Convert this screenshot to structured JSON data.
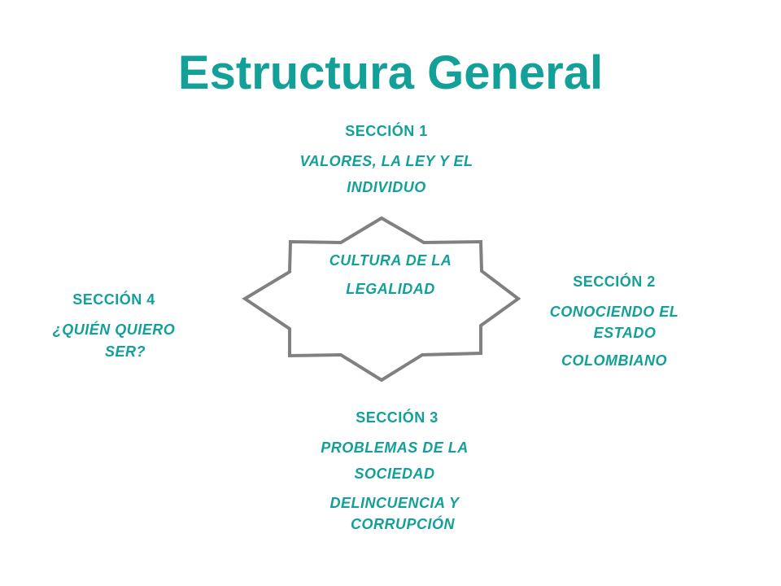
{
  "title": "Estructura General",
  "center": {
    "lines": [
      "CULTURA DE LA",
      "LEGALIDAD"
    ]
  },
  "sections": {
    "s1": {
      "heading": "SECCIÓN   1",
      "lines": [
        "VALORES,  LA LEY Y EL",
        "INDIVIDUO"
      ]
    },
    "s2": {
      "heading": "SECCIÓN  2",
      "lines": [
        "CONOCIENDO EL",
        "ESTADO",
        "COLOMBIANO"
      ]
    },
    "s3": {
      "heading": "SECCIÓN 3",
      "lines": [
        "PROBLEMAS DE LA",
        "SOCIEDAD",
        "DELINCUENCIA Y",
        "CORRUPCIÓN"
      ]
    },
    "s4": {
      "heading": "SECCIÓN 4",
      "lines": [
        "¿QUIÉN QUIERO",
        "SER?"
      ]
    }
  },
  "colors": {
    "text": "#12a099",
    "star_outline": "#808080"
  }
}
